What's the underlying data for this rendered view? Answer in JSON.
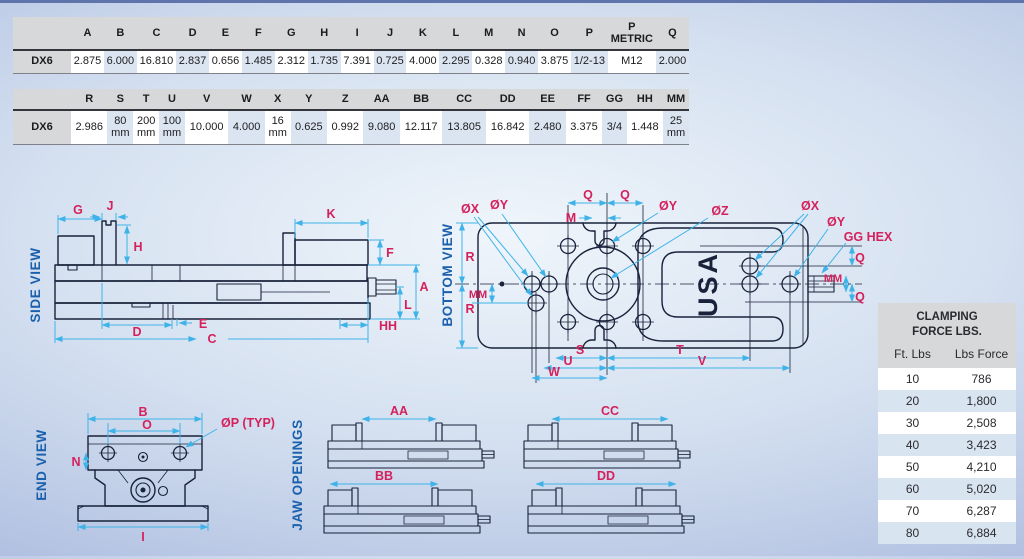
{
  "colors": {
    "accent_label": "#d4215c",
    "dimension_line": "#3fb3e8",
    "view_title": "#1a60ac",
    "drawing_line": "#18223a",
    "table_header_bg": "#d7d8da",
    "table_alt_bg": "#dbe5f2",
    "row_alt_bg": "#d9e4f1"
  },
  "spec_table_top": {
    "row_label": "DX6",
    "columns": [
      "A",
      "B",
      "C",
      "D",
      "E",
      "F",
      "G",
      "H",
      "I",
      "J",
      "K",
      "L",
      "M",
      "N",
      "O",
      "P",
      "P\nMETRIC",
      "Q"
    ],
    "values": [
      "2.875",
      "6.000",
      "16.810",
      "2.837",
      "0.656",
      "1.485",
      "2.312",
      "1.735",
      "7.391",
      "0.725",
      "4.000",
      "2.295",
      "0.328",
      "0.940",
      "3.875",
      "1/2-13",
      "M12",
      "2.000"
    ]
  },
  "spec_table_bottom": {
    "row_label": "DX6",
    "columns": [
      "R",
      "S",
      "T",
      "U",
      "V",
      "W",
      "X",
      "Y",
      "Z",
      "AA",
      "BB",
      "CC",
      "DD",
      "EE",
      "FF",
      "GG",
      "HH",
      "MM"
    ],
    "values": [
      "2.986",
      "80\nmm",
      "200\nmm",
      "100\nmm",
      "10.000",
      "4.000",
      "16\nmm",
      "0.625",
      "0.992",
      "9.080",
      "12.117",
      "13.805",
      "16.842",
      "2.480",
      "3.375",
      "3/4",
      "1.448",
      "25\nmm"
    ]
  },
  "clamping_table": {
    "title": "CLAMPING\nFORCE LBS.",
    "col1": "Ft. Lbs",
    "col2": "Lbs Force",
    "rows": [
      [
        "10",
        "786"
      ],
      [
        "20",
        "1,800"
      ],
      [
        "30",
        "2,508"
      ],
      [
        "40",
        "3,423"
      ],
      [
        "50",
        "4,210"
      ],
      [
        "60",
        "5,020"
      ],
      [
        "70",
        "6,287"
      ],
      [
        "80",
        "6,884"
      ]
    ]
  },
  "views": {
    "side": {
      "title": "SIDE VIEW",
      "labels": {
        "g": "G",
        "j": "J",
        "h": "H",
        "k": "K",
        "f": "F",
        "a": "A",
        "l": "L",
        "hh": "HH",
        "d": "D",
        "e": "E",
        "c": "C"
      }
    },
    "bottom": {
      "title": "BOTTOM VIEW",
      "body_text": "USA",
      "labels": {
        "ox": "ØX",
        "oy": "ØY",
        "oz": "ØZ",
        "q": "Q",
        "m": "M",
        "mm": "MM",
        "r": "R",
        "s": "S",
        "u": "U",
        "w": "W",
        "t": "T",
        "v": "V",
        "gg_hex": "GG HEX"
      }
    },
    "end": {
      "title": "END VIEW",
      "labels": {
        "b": "B",
        "o": "O",
        "op_typ": "ØP (TYP)",
        "n": "N",
        "i": "I"
      }
    },
    "jaw": {
      "title": "JAW OPENINGS",
      "labels": {
        "aa": "AA",
        "bb": "BB",
        "cc": "CC",
        "dd": "DD"
      }
    }
  }
}
